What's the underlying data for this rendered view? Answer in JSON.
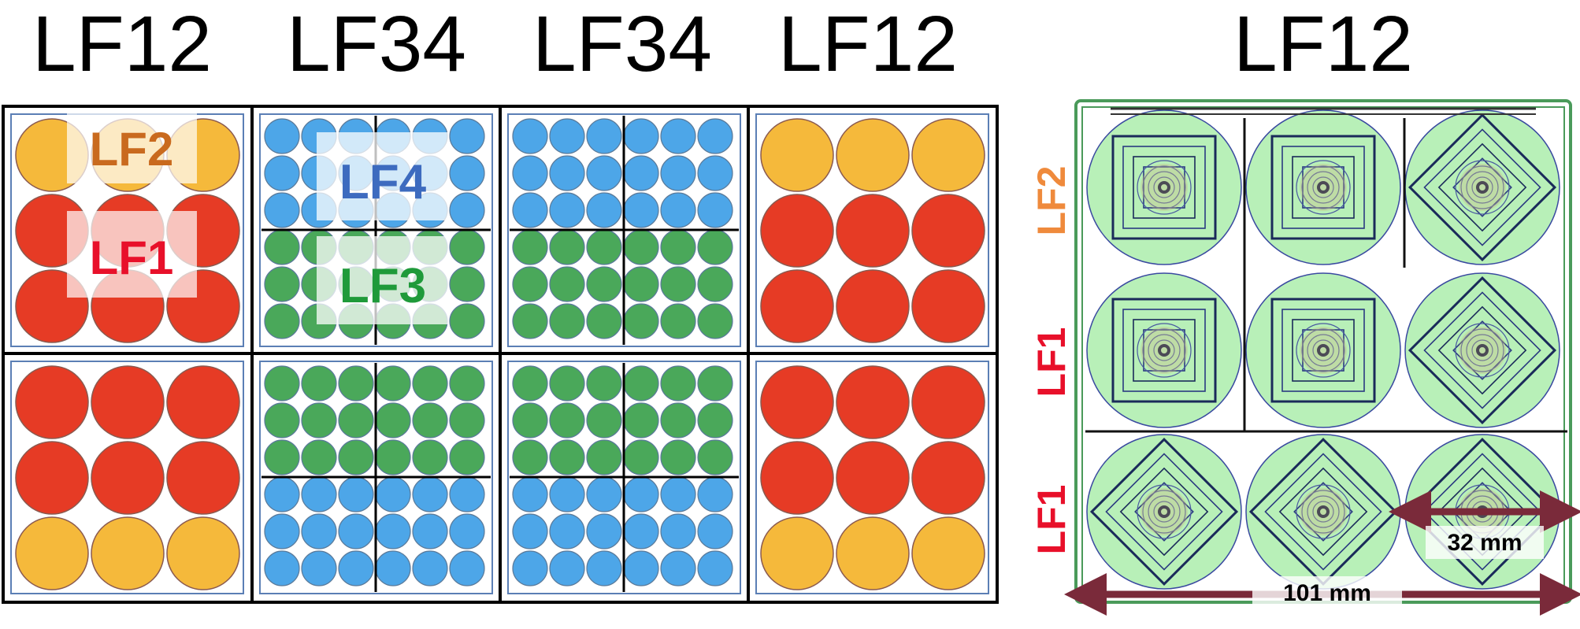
{
  "columns": [
    {
      "title": "LF12"
    },
    {
      "title": "LF34"
    },
    {
      "title": "LF34"
    },
    {
      "title": "LF12"
    },
    {
      "title": "LF12"
    }
  ],
  "overlay_tags": {
    "lf2": "LF2",
    "lf1": "LF1",
    "lf4": "LF4",
    "lf3": "LF3"
  },
  "side_labels": {
    "row1": "LF2",
    "row2": "LF1",
    "row3": "LF1"
  },
  "dimensions": {
    "pixel_width": "32 mm",
    "wafer_width": "101 mm"
  },
  "colors": {
    "lf1_red": "#e63b25",
    "lf2_yellow": "#f5b93b",
    "lf3_green": "#4aa85a",
    "lf4_blue": "#4da6e8",
    "outline_blue": "#5b7fb5",
    "tag_lf2_text": "#c96a1e",
    "tag_lf1_text": "#e8102a",
    "tag_lf4_text": "#3d6bbf",
    "tag_lf3_text": "#1f9a3a",
    "side_orange": "#ef8a3c",
    "side_red": "#e8102a",
    "arrow_maroon": "#7a2a3a",
    "wafer_green": "#4a9a5a",
    "detector_fill": "#b8f0b8"
  }
}
